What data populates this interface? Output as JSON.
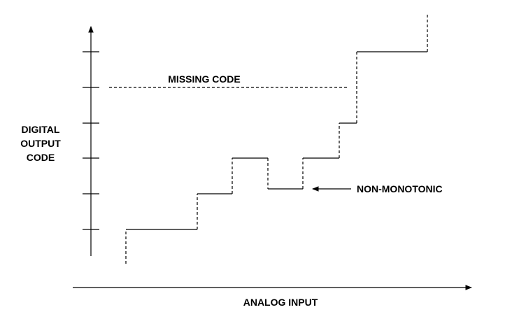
{
  "labels": {
    "y_axis_line1": "DIGITAL",
    "y_axis_line2": "OUTPUT",
    "y_axis_line3": "CODE",
    "x_axis": "ANALOG INPUT",
    "missing_code": "MISSING CODE",
    "non_monotonic": "NON-MONOTONIC"
  }
}
